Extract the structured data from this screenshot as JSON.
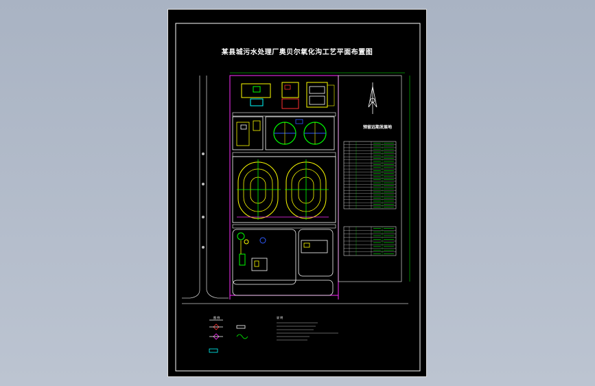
{
  "drawing": {
    "title": "某县城污水处理厂奥贝尔氧化沟工艺平面布置图",
    "side_title": "预留远期发展地",
    "legend_heading": "图 例",
    "notes_heading": "说 明"
  },
  "colors": {
    "background": "#a9b3c3",
    "sheet": "#000000",
    "wall": "#ff2fff",
    "structure": "#ffff00",
    "pipe": "#00ff00",
    "cyan": "#00ffff",
    "blue": "#2f5bff",
    "red": "#ff3030",
    "white": "#ffffff"
  }
}
